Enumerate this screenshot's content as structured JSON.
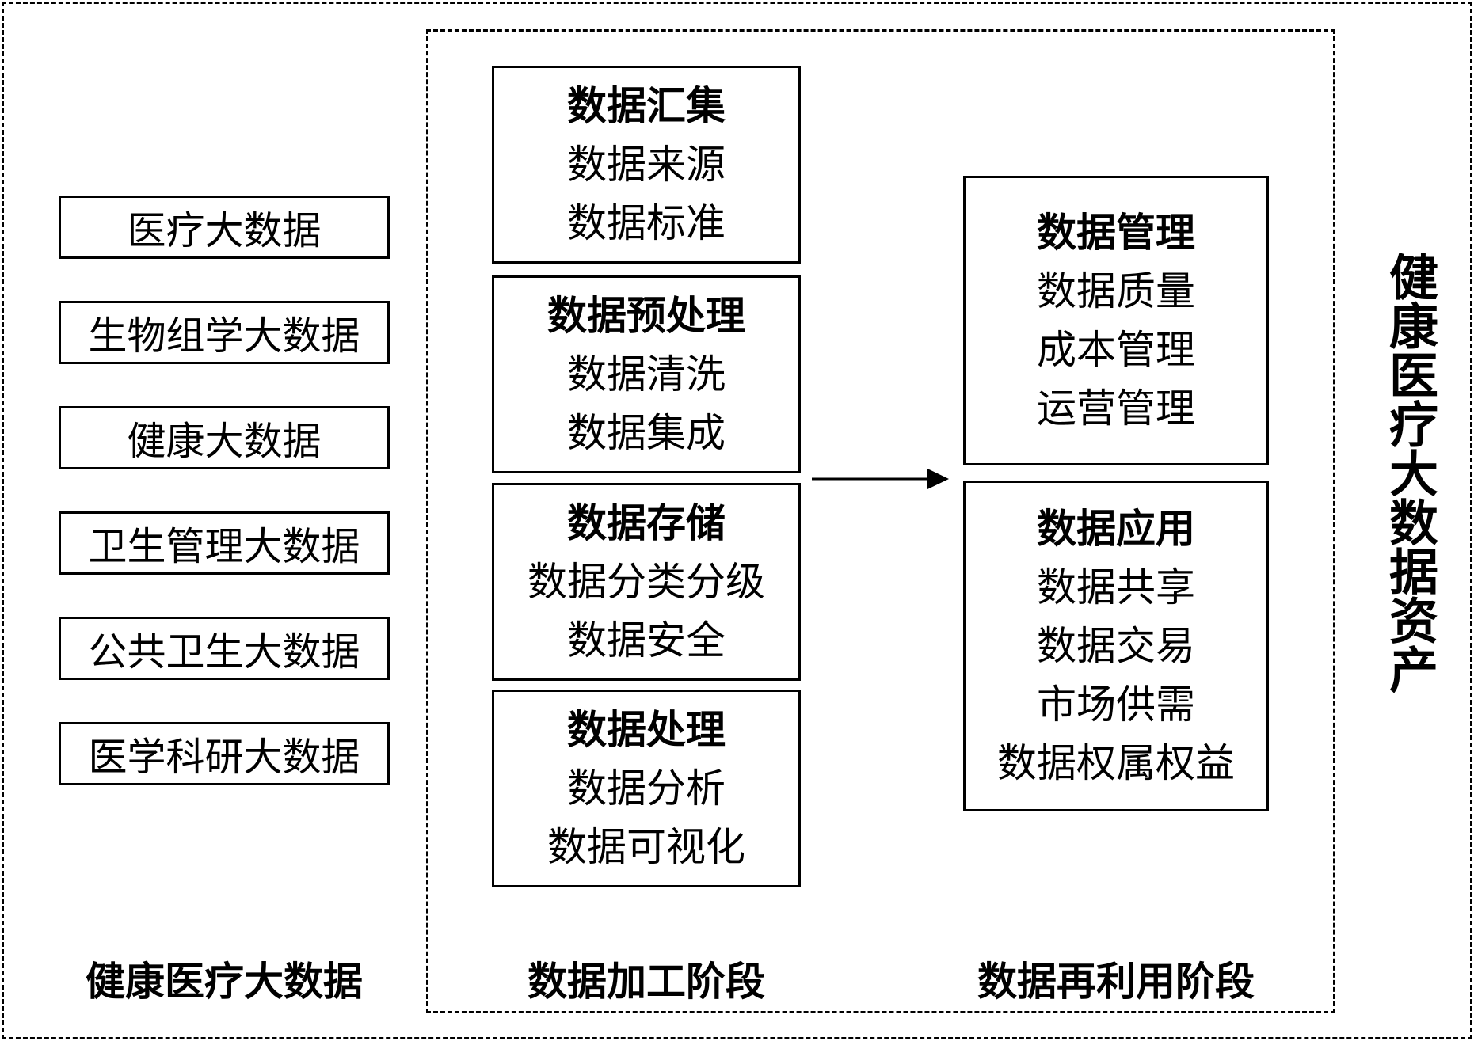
{
  "source_list": [
    "医疗大数据",
    "生物组学大数据",
    "健康大数据",
    "卫生管理大数据",
    "公共卫生大数据",
    "医学科研大数据"
  ],
  "processing": [
    {
      "title": "数据汇集",
      "items": [
        "数据来源",
        "数据标准"
      ]
    },
    {
      "title": "数据预处理",
      "items": [
        "数据清洗",
        "数据集成"
      ]
    },
    {
      "title": "数据存储",
      "items": [
        "数据分类分级",
        "数据安全"
      ]
    },
    {
      "title": "数据处理",
      "items": [
        "数据分析",
        "数据可视化"
      ]
    }
  ],
  "reuse": [
    {
      "title": "数据管理",
      "items": [
        "数据质量",
        "成本管理",
        "运营管理"
      ]
    },
    {
      "title": "数据应用",
      "items": [
        "数据共享",
        "数据交易",
        "市场供需",
        "数据权属权益"
      ]
    }
  ],
  "labels": {
    "left": "健康医疗大数据",
    "middle": "数据加工阶段",
    "right": "数据再利用阶段",
    "vertical": "健康医疗大数据资产"
  }
}
